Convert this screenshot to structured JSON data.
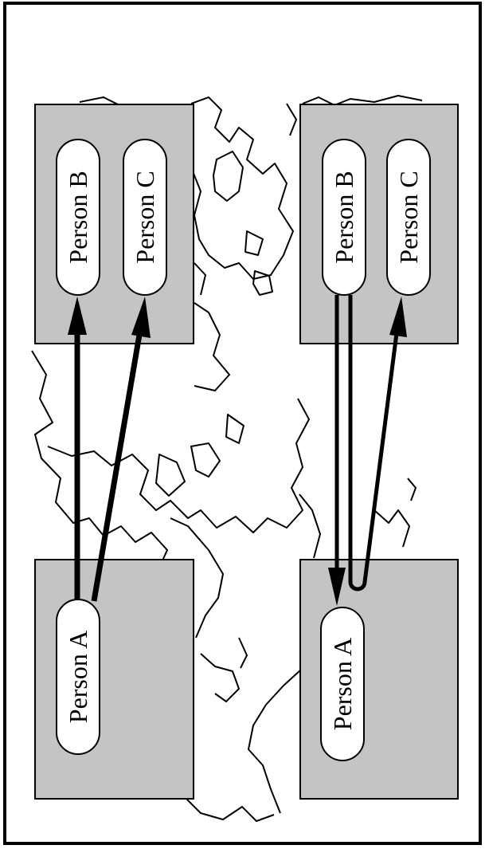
{
  "colors": {
    "box_fill": "#c4c4c4",
    "line": "#000000",
    "pill_fill": "#ffffff",
    "background": "#ffffff"
  },
  "left_panel": {
    "top_box": {
      "labels": [
        "Person B",
        "Person C"
      ]
    },
    "bottom_box": {
      "labels": [
        "Person A"
      ]
    }
  },
  "right_panel": {
    "top_box": {
      "labels": [
        "Person B",
        "Person C"
      ]
    },
    "bottom_box": {
      "labels": [
        "Person A"
      ]
    }
  }
}
